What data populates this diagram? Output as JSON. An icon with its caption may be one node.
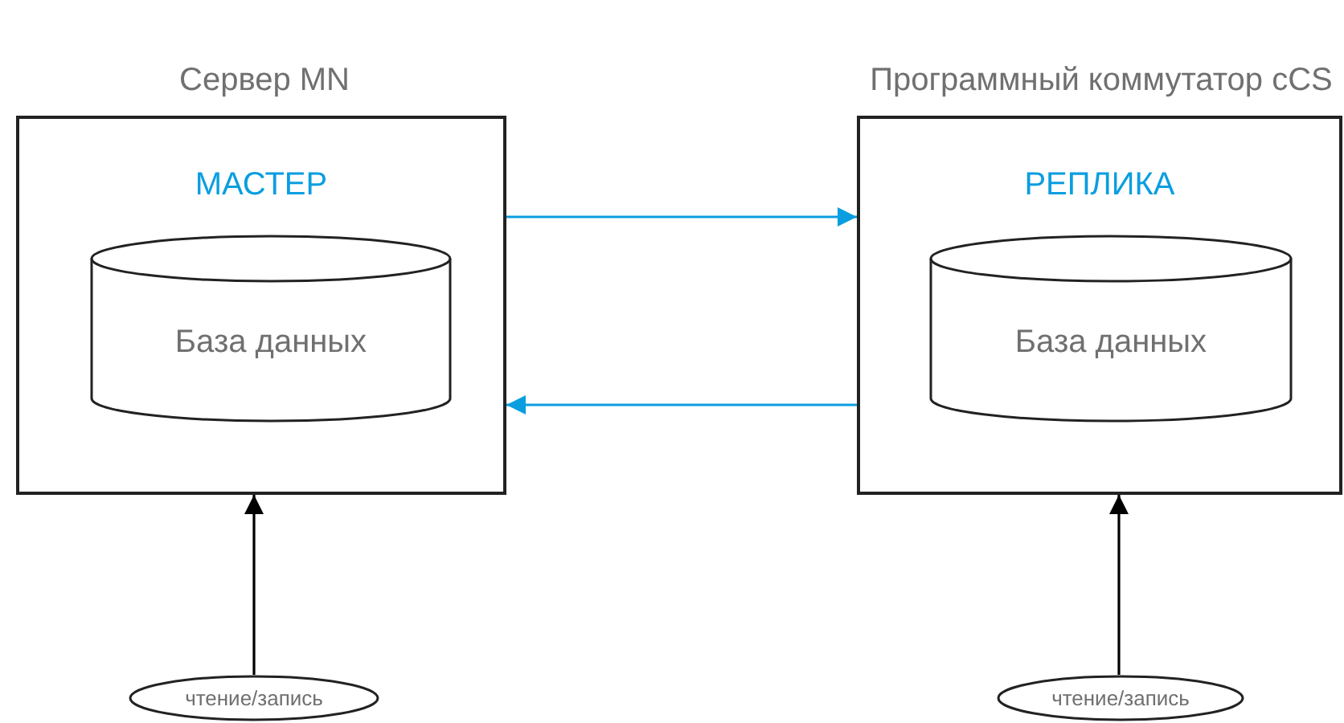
{
  "diagram": {
    "nodes": [
      {
        "text": [
          "Сервер MN",
          "МАСТЕР"
        ]
      },
      {
        "text": [
          "База данных"
        ],
        "in": 0
      },
      {
        "text": [
          "Программный коммутатор cCS",
          "РЕПЛИКА"
        ]
      },
      {
        "text": [
          "База данных"
        ],
        "in": 2
      },
      {
        "text": [
          "чтение/запись"
        ]
      },
      {
        "text": [
          "чтение/запись"
        ]
      }
    ],
    "edges": [
      {
        "from": 0,
        "to": 2,
        "arrow": "to",
        "color": "#0a9ee0"
      },
      {
        "from": 2,
        "to": 0,
        "arrow": "to",
        "color": "#0a9ee0"
      },
      {
        "from": 4,
        "to": 0,
        "arrow": "to",
        "color": "#000000"
      },
      {
        "from": 5,
        "to": 2,
        "arrow": "to",
        "color": "#000000"
      }
    ]
  }
}
